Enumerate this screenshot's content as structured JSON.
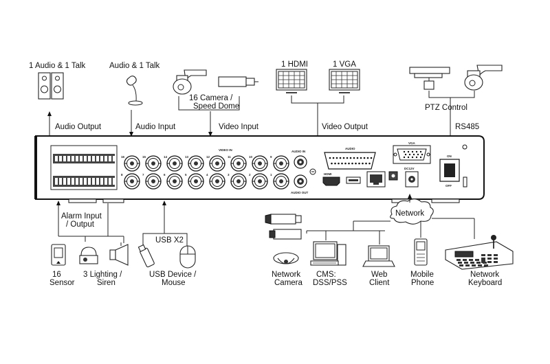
{
  "labels": {
    "audio_talk_top": "1 Audio  & 1 Talk",
    "audio_talk_mic": "Audio & 1 Talk",
    "camera_speed_dome": [
      "16 Camera /",
      "Speed Dome"
    ],
    "hdmi": "1 HDMI",
    "vga": "1 VGA",
    "audio_output": "Audio  Output",
    "audio_input": "Audio  Input",
    "video_input": "Video Input",
    "video_output": "Video Output",
    "ptz_control": "PTZ Control",
    "rs485": "RS485",
    "alarm_io": [
      "Alarm Input",
      "/ Output"
    ],
    "usb_x2": "USB X2",
    "network": "Network",
    "sensor": [
      "16",
      "Sensor"
    ],
    "lighting_siren": [
      "3 Lighting /",
      "Siren"
    ],
    "usb_device_mouse": [
      "USB Device /",
      "Mouse"
    ],
    "network_camera": [
      "Network",
      "Camera"
    ],
    "cms": [
      "CMS:",
      "DSS/PSS"
    ],
    "web_client": [
      "Web",
      "Client"
    ],
    "mobile_phone": [
      "Mobile",
      "Phone"
    ],
    "network_keyboard": [
      "Network",
      "Keyboard"
    ]
  },
  "panel": {
    "video_in": "VIDEO IN",
    "audio_in": "AUDIO IN",
    "audio_out": "AUDIO OUT",
    "audio_port": "AUDIO",
    "vga_port": "VGA",
    "hdmi_port": "HDMI",
    "on": "ON",
    "off": "OFF",
    "power": "DC12V",
    "bnc_row1": [
      "16",
      "15",
      "14",
      "13",
      "12",
      "11",
      "10",
      "9"
    ],
    "bnc_row2": [
      "8",
      "7",
      "6",
      "5",
      "4",
      "3",
      "2",
      "1"
    ]
  }
}
